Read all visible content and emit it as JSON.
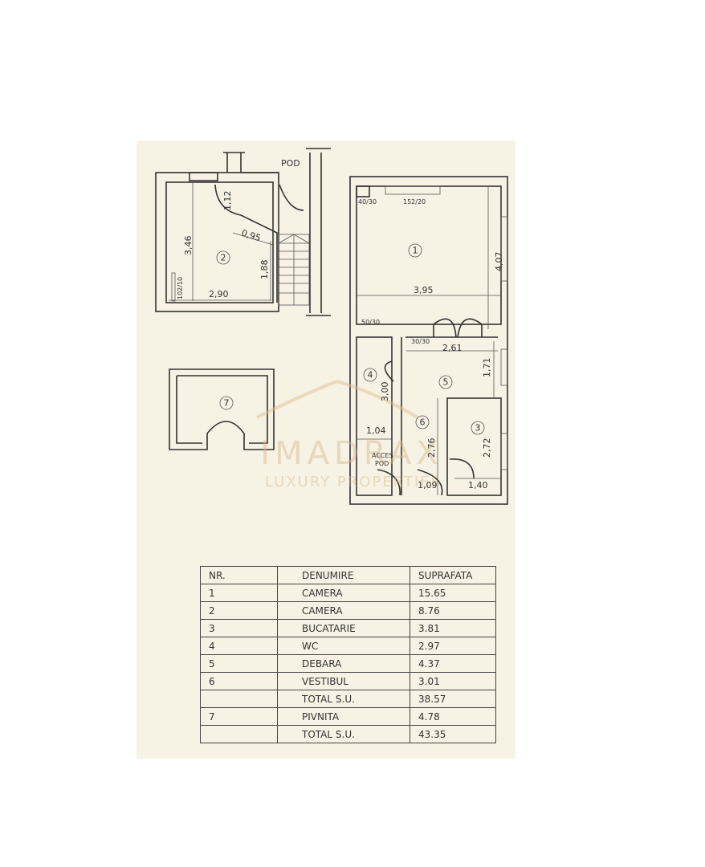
{
  "plan": {
    "attic_label": "POD",
    "attic_access_label": [
      "ACCES",
      "POD"
    ],
    "rooms": [
      {
        "no": "1",
        "dims": [
          "3,95",
          "4,07"
        ],
        "openings": [
          "40/30",
          "152/20",
          "50/30"
        ]
      },
      {
        "no": "2",
        "dims": [
          "2,90",
          "3,46",
          "1,88",
          "0,95",
          "1,12"
        ],
        "openings": [
          "102/10"
        ]
      },
      {
        "no": "3",
        "dims": [
          "1,40",
          "2,72"
        ]
      },
      {
        "no": "4",
        "dims": [
          "1,04",
          "3,00"
        ]
      },
      {
        "no": "5",
        "dims": [
          "2,61",
          "1,71"
        ],
        "openings": [
          "30/30"
        ]
      },
      {
        "no": "6",
        "dims": [
          "1,09",
          "2,76"
        ]
      },
      {
        "no": "7",
        "dims": []
      }
    ]
  },
  "watermark": {
    "brand": "IMADRAX",
    "tagline": "LUXURY PROPERTIES"
  },
  "table": {
    "headers": [
      "NR.",
      "DENUMIRE",
      "SUPRAFATA"
    ],
    "rows": [
      [
        "1",
        "CAMERA",
        "15.65"
      ],
      [
        "2",
        "CAMERA",
        "8.76"
      ],
      [
        "3",
        "BUCATARIE",
        "3.81"
      ],
      [
        "4",
        "WC",
        "2.97"
      ],
      [
        "5",
        "DEBARA",
        "4.37"
      ],
      [
        "6",
        "VESTIBUL",
        "3.01"
      ],
      [
        "",
        "TOTAL S.U.",
        "38.57"
      ],
      [
        "7",
        "PIVNITA",
        "4.78"
      ],
      [
        "",
        "TOTAL S.U.",
        "43.35"
      ]
    ]
  }
}
